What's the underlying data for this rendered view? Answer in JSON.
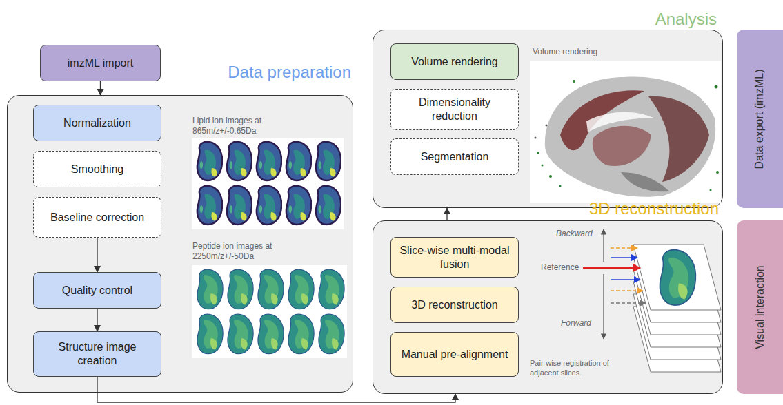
{
  "diagram": {
    "nodes": [
      {
        "text": [
          "imzML import"
        ]
      },
      {
        "text": [
          "Data preparation"
        ]
      },
      {
        "text": [
          "Normalization"
        ],
        "in": 1
      },
      {
        "text": [
          "Smoothing"
        ],
        "in": 1
      },
      {
        "text": [
          "Baseline correction"
        ],
        "in": 1
      },
      {
        "text": [
          "Quality control"
        ],
        "in": 1
      },
      {
        "text": [
          "Structure image creation"
        ],
        "in": 1
      },
      {
        "text": [
          "Analysis"
        ]
      },
      {
        "text": [
          "Volume rendering"
        ],
        "in": 7
      },
      {
        "text": [
          "Dimensionality reduction"
        ],
        "in": 7
      },
      {
        "text": [
          "Segmentation"
        ],
        "in": 7
      },
      {
        "text": [
          "3D reconstruction"
        ]
      },
      {
        "text": [
          "Slice-wise multi-modal fusion"
        ],
        "in": 11
      },
      {
        "text": [
          "3D reconstruction"
        ],
        "in": 11
      },
      {
        "text": [
          "Manual pre-alignment"
        ],
        "in": 11
      },
      {
        "text": [
          "Data export (imzML)"
        ]
      },
      {
        "text": [
          "Visual interaction"
        ]
      }
    ],
    "edges": [
      {
        "from": 0,
        "to": 1,
        "arrow": "to"
      },
      {
        "from": 4,
        "to": 5,
        "arrow": "to"
      },
      {
        "from": 5,
        "to": 6,
        "arrow": "to"
      },
      {
        "from": 6,
        "to": 11,
        "arrow": "to"
      },
      {
        "from": 11,
        "to": 7,
        "arrow": "to"
      }
    ],
    "labels": [
      "Lipid ion images at 865m/z+/-0.65Da",
      "Peptide ion images at 2250m/z+/-50Da",
      "Volume rendering",
      "Backward",
      "Reference",
      "Forward",
      "Pair-wise registration of adjacent slices."
    ]
  }
}
